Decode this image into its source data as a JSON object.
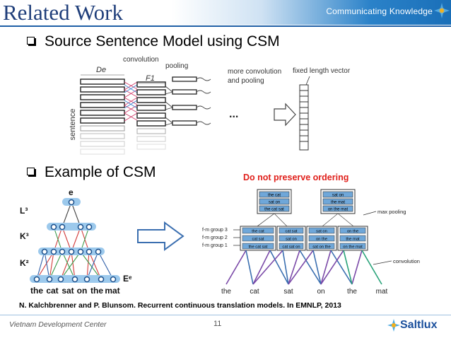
{
  "header": {
    "title": "Related Work",
    "tagline": "Communicating Knowledge"
  },
  "bullets": {
    "first": "Source Sentence Model using CSM",
    "second": "Example of CSM"
  },
  "csm_diagram": {
    "label_de": "De",
    "label_convolution": "convolution",
    "label_pooling": "pooling",
    "label_f1": "F1",
    "label_sentence": "sentence",
    "label_more": "more convolution",
    "label_more2": "and pooling",
    "label_dots": "...",
    "label_fixed": "fixed length vector"
  },
  "tree_diagram": {
    "root": "e",
    "layer_l3": "L³",
    "layer_k3": "K³",
    "layer_k2": "K²",
    "layer_ee": "Eᵉ",
    "words": [
      "the",
      "cat",
      "sat",
      "on",
      "the",
      "mat"
    ]
  },
  "ordering_diagram": {
    "warning": "Do not preserve ordering",
    "top_left": [
      "the cat",
      "sat on",
      "the cat sat"
    ],
    "top_right": [
      "sat on",
      "the mat",
      "on the mat"
    ],
    "label_max_pooling": "max pooling",
    "fm_groups": [
      "f-m group 3",
      "f-m group 2",
      "f-m group 1"
    ],
    "row3": [
      "the cat",
      "cat sat",
      "sat on",
      "on the"
    ],
    "row2": [
      "cat sat",
      "sat on",
      "on the",
      "the mat"
    ],
    "row1": [
      "the cat sat",
      "cat sat on",
      "sat on the",
      "on the mat"
    ],
    "label_convolution": "convolution",
    "words": [
      "the",
      "cat",
      "sat",
      "on",
      "the",
      "mat"
    ]
  },
  "citation": "N. Kalchbrenner and P. Blunsom. Recurrent continuous translation models. In EMNLP, 2013",
  "footer": {
    "left": "Vietnam Development Center",
    "page": "11",
    "brand": "Saltlux"
  },
  "colors": {
    "title": "#1f3e7a",
    "accent_blue": "#2b82c9",
    "warning_red": "#e0201b",
    "node_blue": "#9cc9ec"
  }
}
